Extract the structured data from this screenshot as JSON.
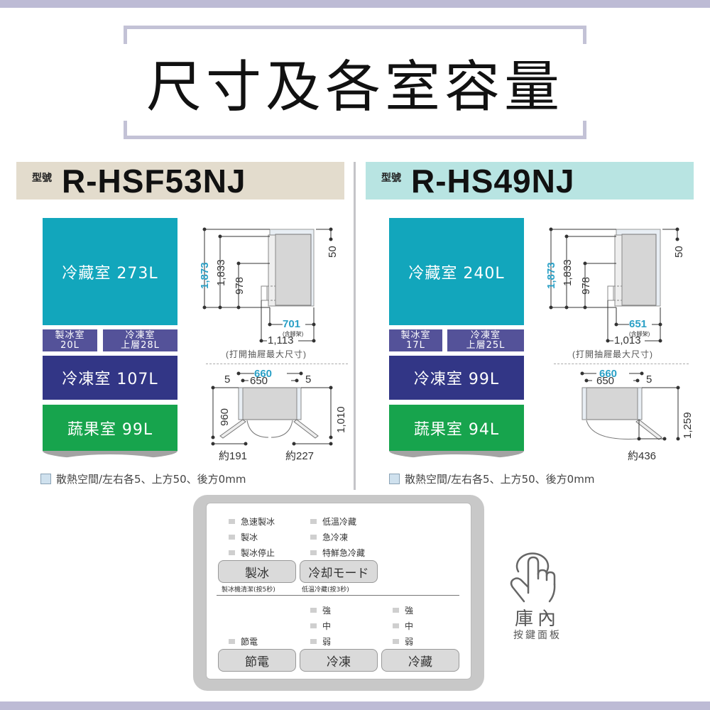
{
  "title": "尺寸及各室容量",
  "models": [
    {
      "prefix": "型號",
      "name": "R-HSF53NJ",
      "header_color": "#e3dccd",
      "compartments": {
        "refrigerator": "冷藏室 273L",
        "ice_room": [
          "製冰室",
          "20L"
        ],
        "upper_freezer": [
          "冷凍室",
          "上層28L"
        ],
        "freezer": "冷凍室 107L",
        "vegetable": "蔬果室 99L"
      },
      "side_view": {
        "total_height": "1,873",
        "height_2": "1,833",
        "height_3": "978",
        "top_clearance": "50",
        "depth": "701",
        "depth_note": "(含腳架)",
        "depth_open": "1,113",
        "open_note": "(打開抽屜最大尺寸)"
      },
      "top_view": {
        "total_width": "660",
        "width": "650",
        "left_gap": "5",
        "right_gap": "5",
        "depth_left": "960",
        "depth_right": "1,010",
        "door_left": "約191",
        "door_right": "約227"
      },
      "heat_note": "散熱空間/左右各5、上方50、後方0mm"
    },
    {
      "prefix": "型號",
      "name": "R-HS49NJ",
      "header_color": "#b8e4e2",
      "compartments": {
        "refrigerator": "冷藏室 240L",
        "ice_room": [
          "製冰室",
          "17L"
        ],
        "upper_freezer": [
          "冷凍室",
          "上層25L"
        ],
        "freezer": "冷凍室 99L",
        "vegetable": "蔬果室 94L"
      },
      "side_view": {
        "total_height": "1,873",
        "height_2": "1,833",
        "height_3": "978",
        "top_clearance": "50",
        "depth": "651",
        "depth_note": "(含腳架)",
        "depth_open": "1,013",
        "open_note": "(打開抽屜最大尺寸)"
      },
      "top_view": {
        "total_width": "660",
        "width": "650",
        "right_gap": "5",
        "depth_right": "1,259",
        "door": "約436"
      },
      "heat_note": "散熱空間/左右各5、上方50、後方0mm"
    }
  ],
  "control_panel": {
    "indicators_col1": [
      "急速製冰",
      "製冰",
      "製冰停止"
    ],
    "indicators_col2": [
      "低溫冷藏",
      "急冷凍",
      "特鮮急冷藏"
    ],
    "buttons_top": [
      "製冰",
      "冷却モード"
    ],
    "notes": [
      "製冰機清潔(按5秒)",
      "低溫冷藏(按3秒)"
    ],
    "freeze_levels": [
      "強",
      "中",
      "弱"
    ],
    "fridge_levels": [
      "強",
      "中",
      "弱"
    ],
    "eco_indicator": "節電",
    "buttons_bottom": [
      "節電",
      "冷凍",
      "冷藏"
    ]
  },
  "touch_label": {
    "title": "庫內",
    "subtitle": "按鍵面板",
    "icon": "touch-hand-icon"
  },
  "colors": {
    "accent_bar": "#bdbbd5",
    "refrigerator": "#12a6bc",
    "small_rooms": "#545299",
    "freezer": "#323686",
    "vegetable": "#17a44d",
    "dimension_blue": "#2aa0c6"
  }
}
